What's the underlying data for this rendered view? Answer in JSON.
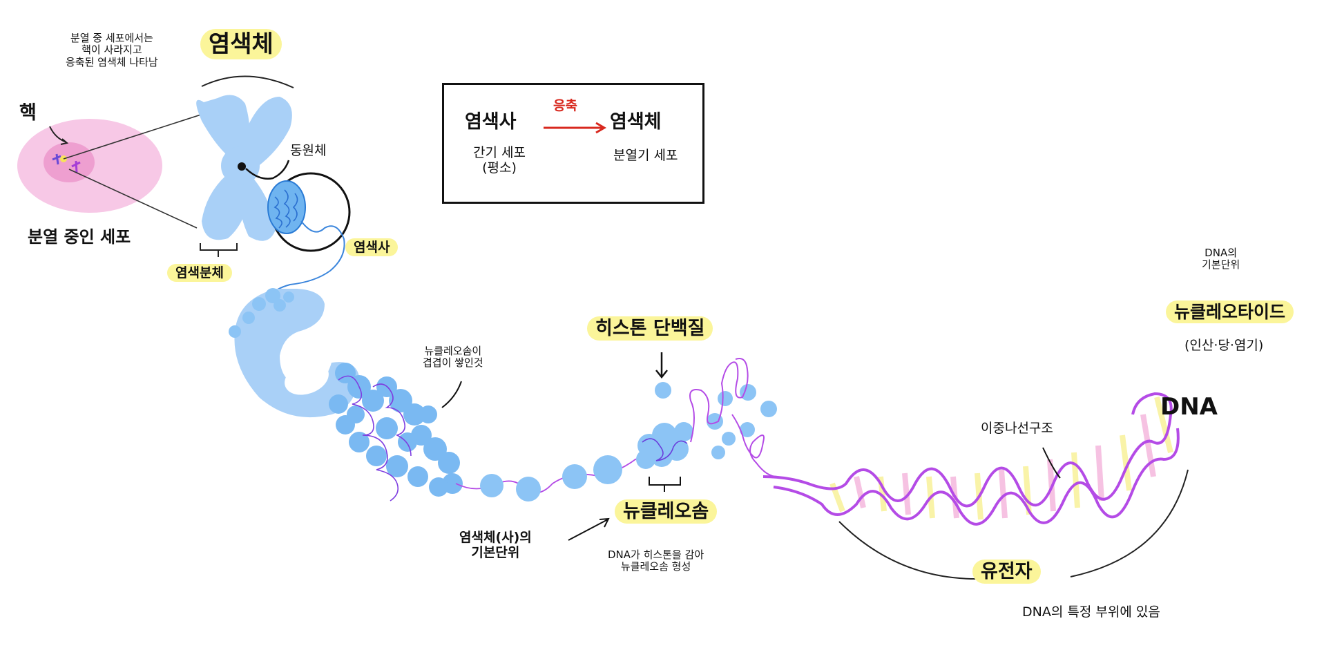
{
  "colors": {
    "chromosome_blue": "#a9d0f7",
    "nucleosome_blue": "#8cc4f5",
    "dna_purple": "#b44be6",
    "cell_pink": "#f7c8e6",
    "base_pink": "#f5b8dd",
    "base_yellow": "#f8f29a",
    "highlight_yellow": "#fbf59a",
    "arrow_red": "#d8281e"
  },
  "labels": {
    "nucleus": "핵",
    "dividing_cell": "분열 중인 세포",
    "dividing_note": [
      "분열 중 세포에서는",
      "핵이 사라지고",
      "응축된 염색체 나타남"
    ],
    "chromosome_title": "염색체",
    "centromere": "동원체",
    "chromatid": "염색분체",
    "chromatin": "염색사",
    "solenoid_note": [
      "뉴클레오솜이",
      "겹겹이 쌓인것"
    ],
    "histone_protein": "히스톤 단백질",
    "nucleosome": "뉴클레오솜",
    "nucleosome_note": [
      "DNA가 히스톤을 감아",
      "뉴클레오솜 형성"
    ],
    "basic_unit": [
      "염색체(사)의",
      "기본단위"
    ],
    "double_helix": "이중나선구조",
    "dna": "DNA",
    "nucleotide_pre": [
      "DNA의",
      "기본단위"
    ],
    "nucleotide": "뉴클레오타이드",
    "nucleotide_parts": "(인산·당·염기)",
    "gene": "유전자",
    "gene_note": "DNA의 특정 부위에 있음"
  },
  "legend": {
    "left_term": "염색사",
    "left_sub": [
      "간기 세포",
      "(평소)"
    ],
    "arrow_label": "응축",
    "right_term": "염색체",
    "right_sub": "분열기 세포"
  }
}
